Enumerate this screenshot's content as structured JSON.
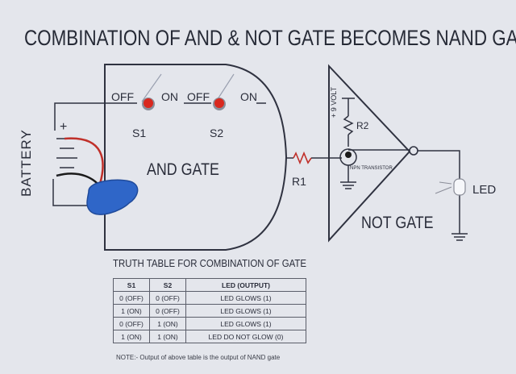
{
  "title": "COMBINATION OF AND & NOT GATE BECOMES NAND GATE",
  "battery": {
    "label": "BATTERY",
    "plus": "+",
    "minus": "-"
  },
  "switches": [
    {
      "name": "S1",
      "off": "OFF",
      "on": "ON"
    },
    {
      "name": "S2",
      "off": "OFF",
      "on": "ON"
    }
  ],
  "and_gate_label": "AND GATE",
  "not_gate_label": "NOT GATE",
  "resistor_r1": "R1",
  "resistor_r2": "R2",
  "voltage": "+ 9 VOLT",
  "transistor": "NPN TRANSISTOR",
  "led_label": "LED",
  "truth_table": {
    "title": "TRUTH TABLE FOR COMBINATION OF GATE",
    "headers": [
      "S1",
      "S2",
      "LED (OUTPUT)"
    ],
    "rows": [
      [
        "0 (OFF)",
        "0 (OFF)",
        "LED GLOWS (1)"
      ],
      [
        "1 (ON)",
        "0 (OFF)",
        "LED GLOWS (1)"
      ],
      [
        "0 (OFF)",
        "1 (ON)",
        "LED GLOWS (1)"
      ],
      [
        "1 (ON)",
        "1 (ON)",
        "LED DO NOT GLOW (0)"
      ]
    ]
  },
  "note": "NOTE:- Output of above table is the output of NAND gate",
  "colors": {
    "background": "#e4e6ec",
    "ink": "#2a2d3a",
    "switch_button": "#d9281e",
    "battery_clip": "#2f66c8",
    "wire_red": "#c0302a"
  }
}
